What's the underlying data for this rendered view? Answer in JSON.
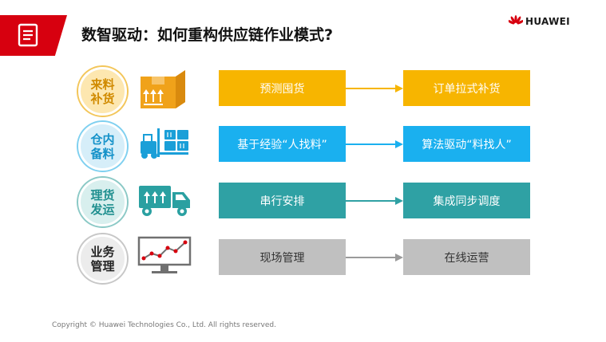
{
  "slide": {
    "title": "数智驱动：如何重构供应链作业模式?",
    "brand": "HUAWEI",
    "copyright": "Copyright © Huawei Technologies Co., Ltd. All rights reserved."
  },
  "rows": [
    {
      "badge": [
        "来料",
        "补货"
      ],
      "image_icon": "cardboard-box-icon",
      "left_label": "预测囤货",
      "right_label": "订单拉式补货",
      "color": "#f7b500",
      "badge_ring": "#f3c65a"
    },
    {
      "badge": [
        "仓内",
        "备料"
      ],
      "image_icon": "forklift-pallets-icon",
      "left_label": "基于经验“人找料”",
      "right_label": "算法驱动“料找人”",
      "color": "#1ab0ef",
      "badge_ring": "#7fd0f0"
    },
    {
      "badge": [
        "理货",
        "发运"
      ],
      "image_icon": "delivery-truck-icon",
      "left_label": "串行安排",
      "right_label": "集成同步调度",
      "color": "#2fa1a4",
      "badge_ring": "#8bc9c6"
    },
    {
      "badge": [
        "业务",
        "管理"
      ],
      "image_icon": "monitor-chart-icon",
      "left_label": "现场管理",
      "right_label": "在线运营",
      "color": "#c0c0c0",
      "badge_ring": "#c7c7c7",
      "text_color": "#333333",
      "badge_text_color": "#222222"
    }
  ],
  "colors": {
    "accent_red": "#d7000f",
    "box_icon": "#f0a21a",
    "forklift_icon": "#1a9fd8",
    "truck_icon": "#2aa0a1",
    "monitor_icon": "#707070",
    "chart_line": "#d7000f"
  }
}
